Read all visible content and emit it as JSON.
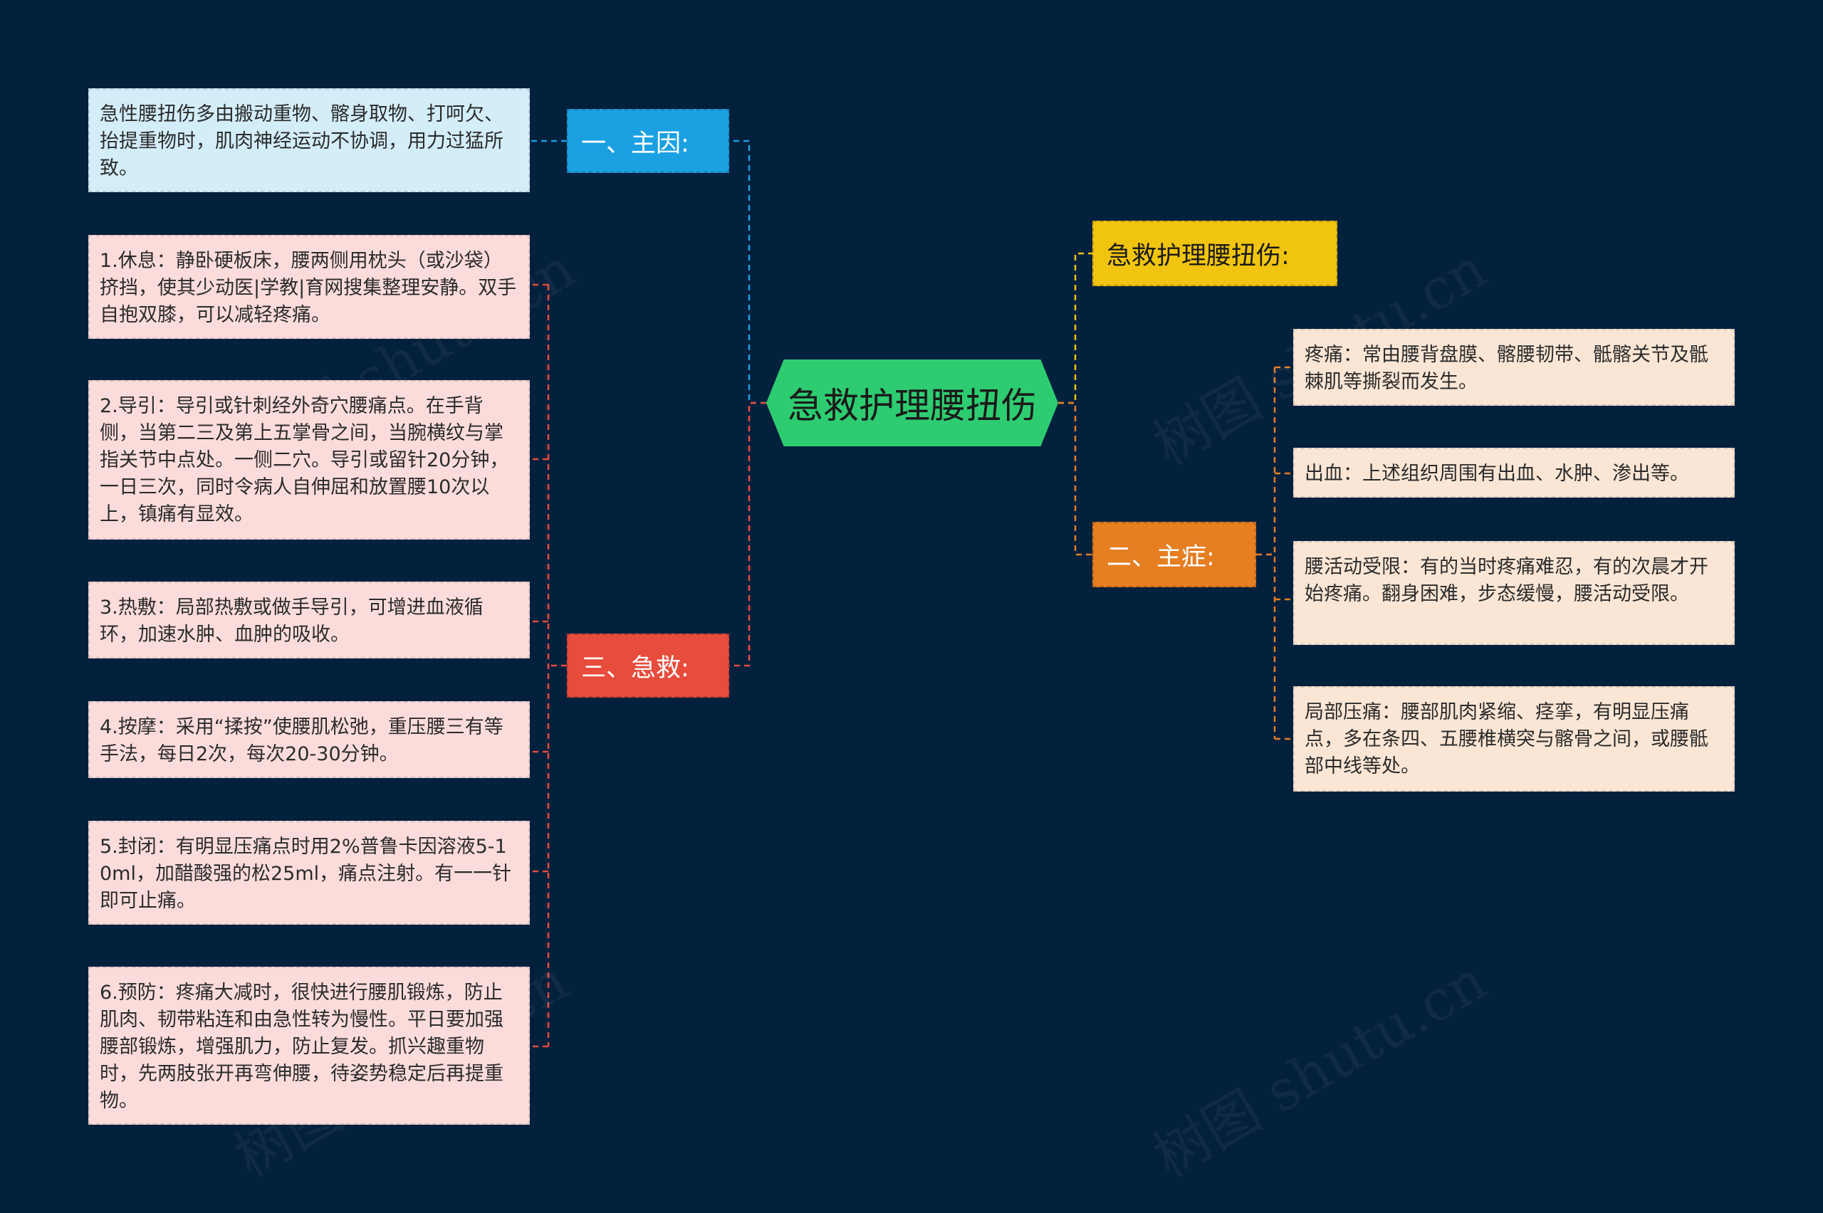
{
  "root": {
    "label": "急救护理腰扭伤"
  },
  "branches": {
    "cause": {
      "label": "一、主因:",
      "color": "#1ba1e2",
      "items": [
        "急性腰扭伤多由搬动重物、髂身取物、打呵欠、抬提重物时，肌肉神经运动不协调，用力过猛所致。"
      ]
    },
    "first_aid": {
      "label": "三、急救:",
      "color": "#e74c3c",
      "items": [
        "1.休息：静卧硬板床，腰两侧用枕头（或沙袋）挤挡，使其少动医|学教|育网搜集整理安静。双手自抱双膝，可以减轻疼痛。",
        "2.导引：导引或针刺经外奇穴腰痛点。在手背侧，当第二三及第上五掌骨之间，当腕横纹与掌指关节中点处。一侧二穴。导引或留针20分钟，一日三次，同时令病人自伸屈和放置腰10次以上，镇痛有显效。",
        "3.热敷：局部热敷或做手导引，可增进血液循环，加速水肿、血肿的吸收。",
        "4.按摩：采用“揉按”使腰肌松弛，重压腰三有等手法，每日2次，每次20-30分钟。",
        "5.封闭：有明显压痛点时用2%普鲁卡因溶液5-10ml，加醋酸强的松25ml，痛点注射。有一一针即可止痛。",
        "6.预防：疼痛大减时，很快进行腰肌锻炼，防止肌肉、韧带粘连和由急性转为慢性。平日要加强腰部锻炼，增强肌力，防止复发。抓兴趣重物时，先两肢张开再弯伸腰，待姿势稳定后再提重物。"
      ]
    },
    "title_branch": {
      "label": "急救护理腰扭伤:",
      "color": "#f1c40f"
    },
    "symptoms": {
      "label": "二、主症:",
      "color": "#e67e22",
      "items": [
        "疼痛：常由腰背盘膜、髂腰韧带、骶髂关节及骶棘肌等撕裂而发生。",
        "出血：上述组织周围有出血、水肿、渗出等。",
        "腰活动受限：有的当时疼痛难忍，有的次晨才开始疼痛。翻身困难，步态缓慢，腰活动受限。",
        "局部压痛：腰部肌肉紧缩、痉挛，有明显压痛点，多在条四、五腰椎横突与髂骨之间，或腰骶部中线等处。"
      ]
    }
  },
  "watermark": "树图 shutu.cn",
  "colors": {
    "background": "#03203d",
    "root": "#2ecc71"
  }
}
